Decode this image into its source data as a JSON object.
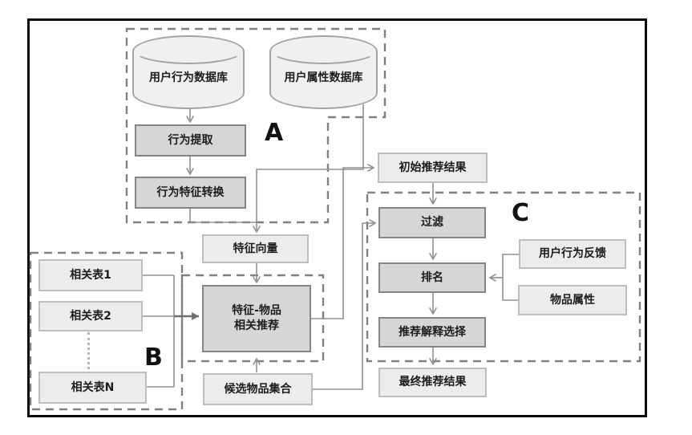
{
  "diagram": {
    "region_labels": {
      "a": "A",
      "b": "B",
      "c": "C"
    },
    "nodes": {
      "behavior_db": "用户行为数据库",
      "attribute_db": "用户属性数据库",
      "behavior_extract": "行为提取",
      "behavior_feature_convert": "行为特征转换",
      "feature_vector": "特征向量",
      "feature_item_rec": "特征-物品\n相关推荐",
      "related_table_1": "相关表1",
      "related_table_2": "相关表2",
      "related_table_n": "相关表N",
      "candidate_item_set": "候选物品集合",
      "initial_results": "初始推荐结果",
      "filter": "过滤",
      "ranking": "排名",
      "explanation_select": "推荐解释选择",
      "final_results": "最终推荐结果",
      "user_behavior_feedback": "用户行为反馈",
      "item_attributes": "物品属性"
    },
    "colors": {
      "dark_box_fill": "#d6d6d6",
      "dark_box_border": "#858585",
      "light_box_fill": "#ececec",
      "light_box_border": "#bdbdbd",
      "cylinder_fill": "#f0f0f0",
      "dashed_border": "#808080",
      "connector": "#909090",
      "emphasis_connector": "#6f6f6f",
      "frame_border": "#0a0a0a"
    }
  }
}
